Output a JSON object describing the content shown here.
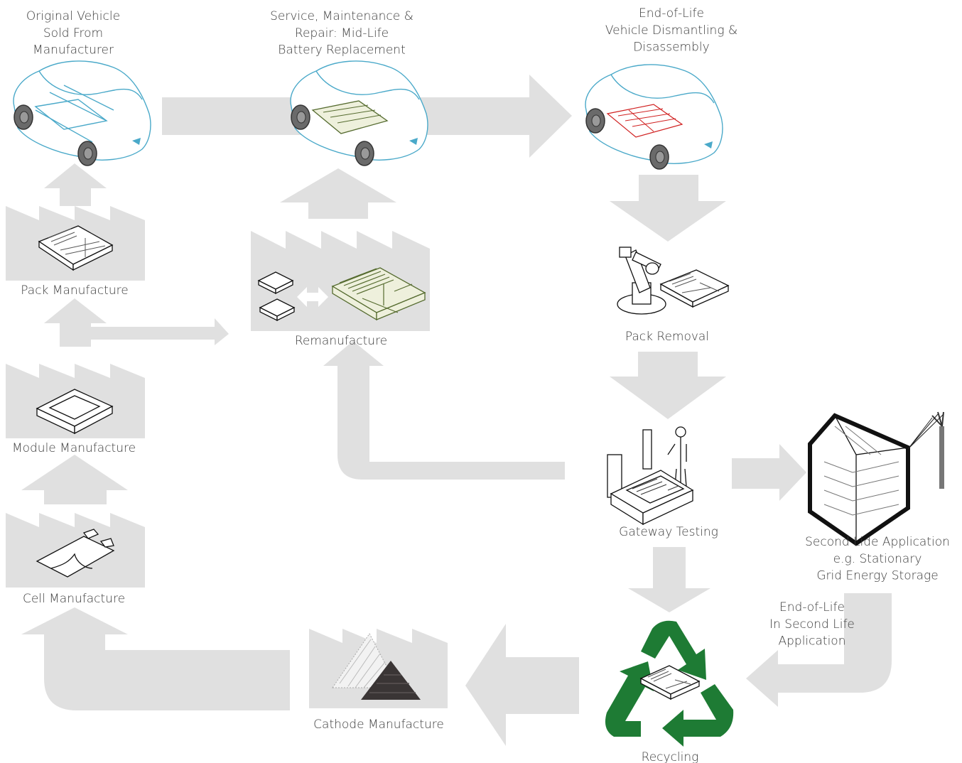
{
  "nodes": {
    "original_vehicle": "Original Vehicle\nSold From\nManufacturer",
    "service": "Service, Maintenance &\nRepair: Mid-Life\nBattery Replacement",
    "end_of_life": "End-of-Life\nVehicle Dismantling &\nDisassembly",
    "pack_manufacture": "Pack Manufacture",
    "remanufacture": "Remanufacture",
    "pack_removal": "Pack Removal",
    "module_manufacture": "Module Manufacture",
    "gateway_testing": "Gateway Testing",
    "second_life": "Second Lide Application\ne.g. Stationary\nGrid Energy Storage",
    "cell_manufacture": "Cell Manufacture",
    "end_of_life_second": "End-of-Life\nIn Second Life\nApplication",
    "cathode_manufacture": "Cathode Manufacture",
    "recycling": "Recycling"
  },
  "colors": {
    "arrow": "#e0e0e0",
    "car_outline": "#4aa9c9",
    "remanufactured_pack": "#556b2f",
    "end_of_life_pack": "#d02020",
    "recycle_symbol": "#1e7b34",
    "label_text": "#3c3c3c"
  }
}
